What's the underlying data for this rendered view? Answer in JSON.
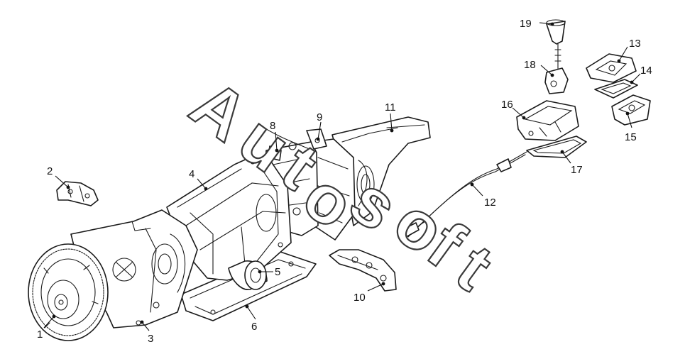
{
  "diagram": {
    "watermark": [
      "A",
      "u",
      "t",
      "o",
      "s",
      "o",
      "f",
      "t"
    ],
    "callouts": [
      "1",
      "2",
      "3",
      "4",
      "5",
      "6",
      "8",
      "9",
      "10",
      "11",
      "12",
      "13",
      "14",
      "15",
      "16",
      "17",
      "18",
      "19"
    ]
  }
}
